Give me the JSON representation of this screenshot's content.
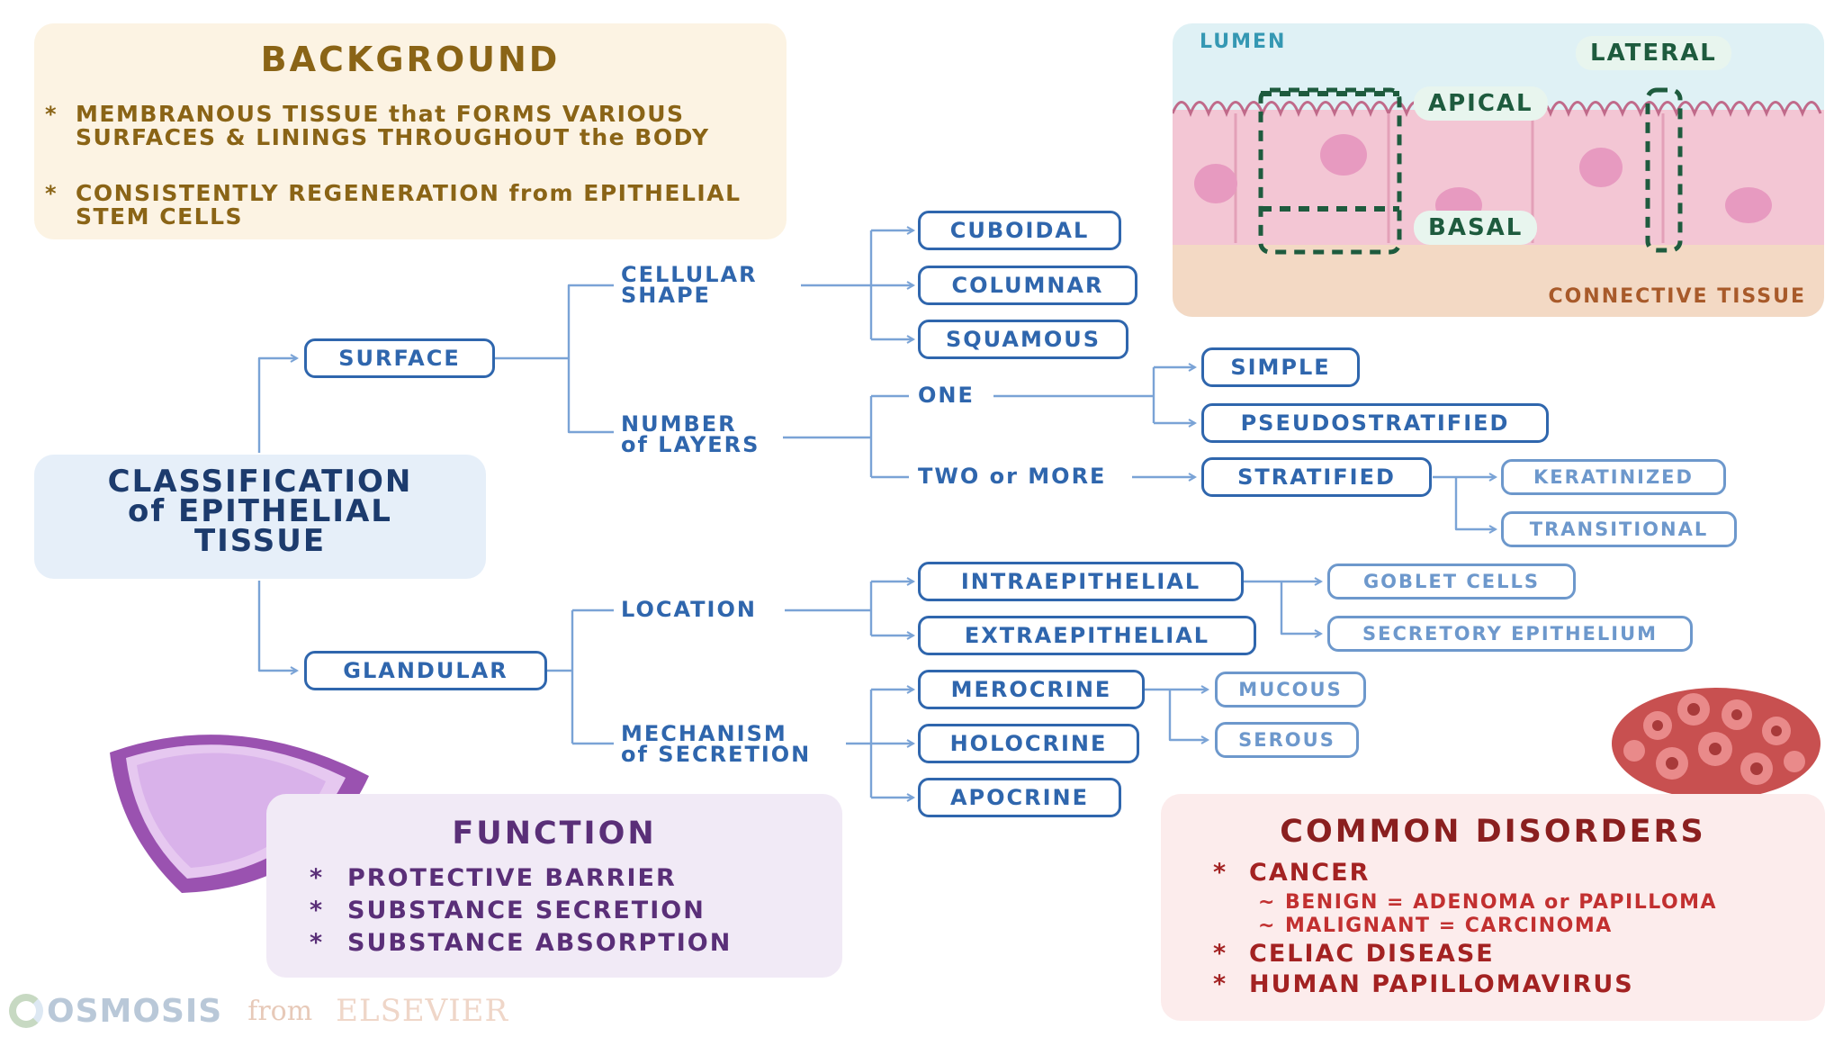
{
  "background": {
    "title": "BACKGROUND",
    "items": [
      "MEMBRANOUS TISSUE that FORMS VARIOUS SURFACES & LININGS THROUGHOUT the BODY",
      "CONSISTENTLY REGENERATION from EPITHELIAL STEM CELLS"
    ],
    "bullet": "*"
  },
  "classification": {
    "title_line1": "CLASSIFICATION",
    "title_line2": "of EPITHELIAL",
    "title_line3": "TISSUE"
  },
  "surface": {
    "label": "SURFACE",
    "cellular_shape_l1": "CELLULAR",
    "cellular_shape_l2": "SHAPE",
    "shapes": [
      "CUBOIDAL",
      "COLUMNAR",
      "SQUAMOUS"
    ],
    "layers_l1": "NUMBER",
    "layers_l2": "of LAYERS",
    "one": "ONE",
    "two_or_more": "TWO or MORE",
    "simple": "SIMPLE",
    "pseudostratified": "PSEUDOSTRATIFIED",
    "stratified": "STRATIFIED",
    "keratinized": "KERATINIZED",
    "transitional": "TRANSITIONAL"
  },
  "glandular": {
    "label": "GLANDULAR",
    "location": "LOCATION",
    "intraepithelial": "INTRAEPITHELIAL",
    "extraepithelial": "EXTRAEPITHELIAL",
    "goblet": "GOBLET CELLS",
    "secretory": "SECRETORY EPITHELIUM",
    "mechanism_l1": "MECHANISM",
    "mechanism_l2": "of SECRETION",
    "merocrine": "MEROCRINE",
    "holocrine": "HOLOCRINE",
    "apocrine": "APOCRINE",
    "mucous": "MUCOUS",
    "serous": "SEROUS"
  },
  "cell_diagram": {
    "lumen": "LUMEN",
    "lateral": "LATERAL",
    "apical": "APICAL",
    "basal": "BASAL",
    "connective": "CONNECTIVE TISSUE"
  },
  "function": {
    "title": "FUNCTION",
    "items": [
      "PROTECTIVE BARRIER",
      "SUBSTANCE SECRETION",
      "SUBSTANCE ABSORPTION"
    ]
  },
  "disorders": {
    "title": "COMMON DISORDERS",
    "cancer": "CANCER",
    "benign": "BENIGN = ADENOMA or PAPILLOMA",
    "malignant": "MALIGNANT = CARCINOMA",
    "celiac": "CELIAC DISEASE",
    "hpv": "HUMAN PAPILLOMAVIRUS",
    "sub_bullet": "~"
  },
  "logo": {
    "osmosis": "OSMOSIS",
    "from": "from",
    "elsevier": "ELSEVIER"
  },
  "colors": {
    "node_blue": "#2f66ad",
    "line_blue": "#7aa3d6",
    "background_text": "#8a6416",
    "function_text": "#5a2f78",
    "disorder_text": "#a32222"
  }
}
